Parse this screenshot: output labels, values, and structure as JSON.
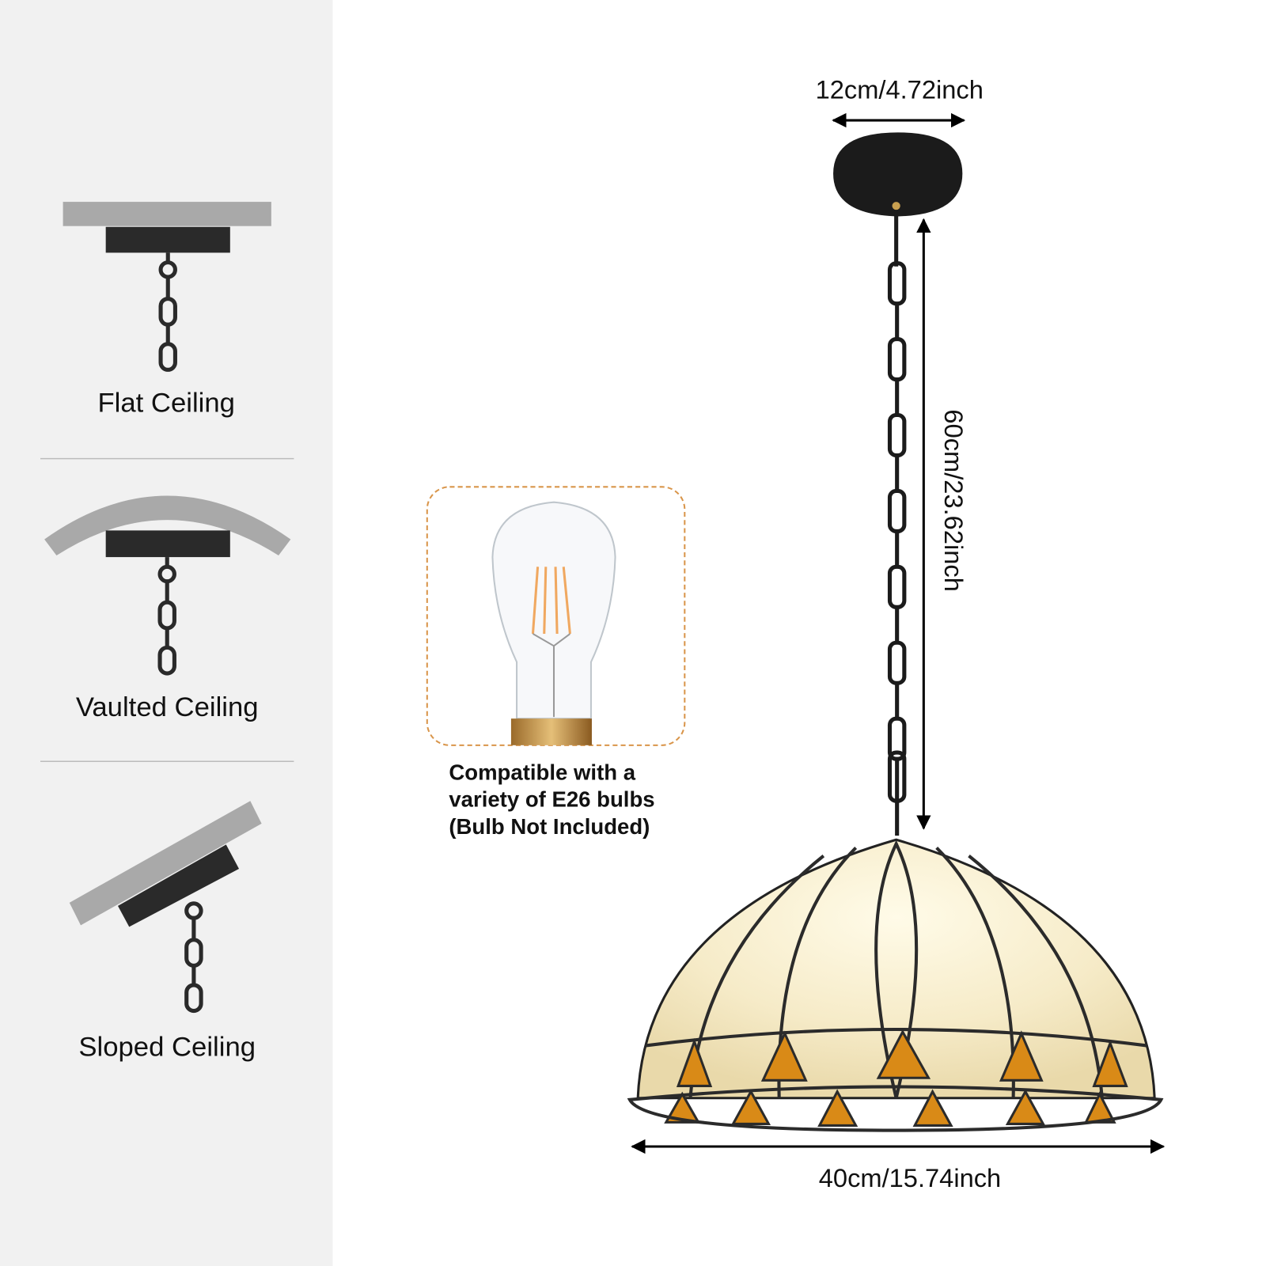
{
  "mounting_options": [
    {
      "label": "Flat Ceiling"
    },
    {
      "label": "Vaulted Ceiling"
    },
    {
      "label": "Sloped Ceiling"
    }
  ],
  "bulb_note": {
    "line1": "Compatible with a",
    "line2": "variety of E26 bulbs",
    "line3": "(Bulb Not Included)"
  },
  "dimensions": {
    "canopy_width": "12cm/4.72inch",
    "chain_length": "60cm/23.62inch",
    "shade_width": "40cm/15.74inch"
  },
  "colors": {
    "sidebar_bg": "#f1f1f1",
    "ceiling_gray": "#a9a9a9",
    "mount_black": "#2a2a2a",
    "bulb_box_border": "#d9954a",
    "glass_cream": "#f6ebc8",
    "glass_amber": "#d98a17"
  }
}
